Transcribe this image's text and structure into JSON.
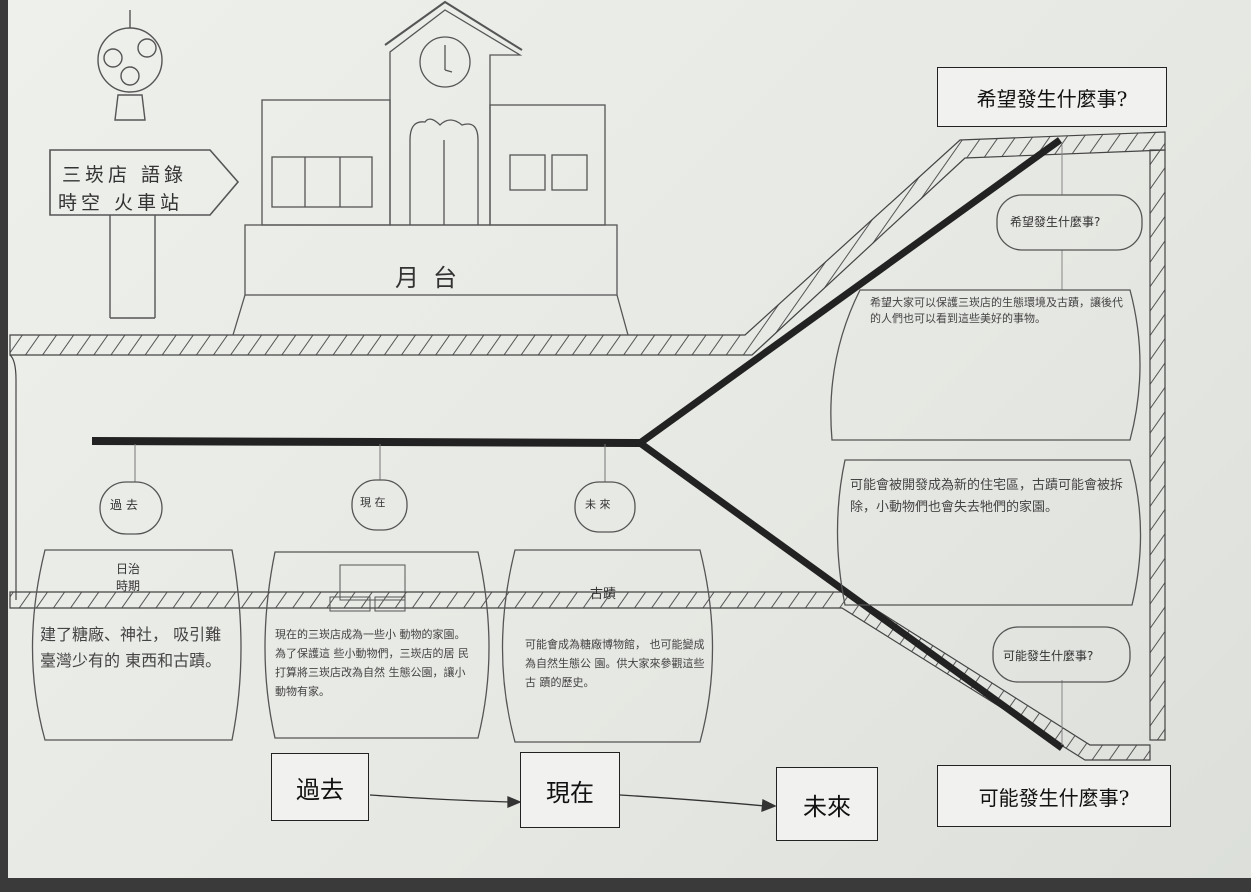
{
  "signpost": {
    "line1": "三崁店 語錄",
    "line2": "時空 火車站"
  },
  "station": {
    "label": "月台"
  },
  "boxes": {
    "hope_top": "希望發生什麼事?",
    "possible_bottom": "可能發生什麼事?",
    "past": "過去",
    "present": "現在",
    "future": "未來"
  },
  "bubbles": {
    "past": "過 去",
    "present": "現 在",
    "future": "未 來"
  },
  "panels": {
    "past_title": "日治 時期",
    "past_text": "建了糖廠、神社， 吸引難臺灣少有的 東西和古蹟。",
    "present_text": "現在的三崁店成為一些小 動物的家園。為了保護這 些小動物們，三崁店的居 民打算將三崁店改為自然 生態公園，讓小動物有家。",
    "future_title": "古蹟",
    "future_text": "可能會成為糖廠博物館， 也可能變成為自然生態公 園。供大家來參觀這些古 蹟的歷史。"
  },
  "right": {
    "hope_small": "希望發生什麼事?",
    "hope_text": "希望大家可以保護三崁店的生態環境及古蹟，讓後代的人們也可以看到這些美好的事物。",
    "possible_small": "可能發生什麼事?",
    "possible_text": "可能會被開發成為新的住宅區，古蹟可能會被拆除，小動物們也會失去牠們的家園。"
  }
}
